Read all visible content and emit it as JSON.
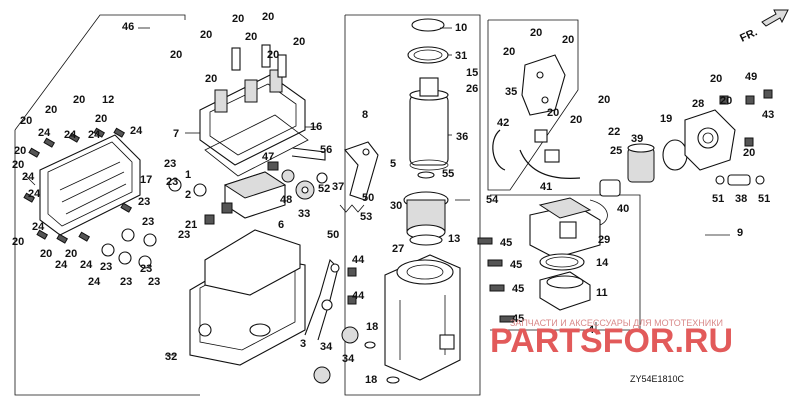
{
  "diagram": {
    "code": "ZY54E1810C",
    "direction_label": "FR.",
    "callouts": {
      "c46": "46",
      "c20": "20",
      "c10": "10",
      "c31": "31",
      "c15": "15",
      "c26": "26",
      "c35": "35",
      "c49": "49",
      "c43": "43",
      "c28": "28",
      "c7": "7",
      "c16": "16",
      "c8": "8",
      "c36": "36",
      "c42": "42",
      "c22": "22",
      "c25": "25",
      "c39": "39",
      "c19": "19",
      "c12": "12",
      "c24": "24",
      "c17": "17",
      "c1": "1",
      "c2": "2",
      "c47": "47",
      "c56": "56",
      "c48": "48",
      "c33": "33",
      "c52": "52",
      "c37": "37",
      "c50": "50",
      "c53": "53",
      "c5": "5",
      "c55": "55",
      "c30": "30",
      "c13": "13",
      "c27": "27",
      "c54": "54",
      "c41": "41",
      "c40": "40",
      "c51": "51",
      "c38": "38",
      "c9": "9",
      "c29": "29",
      "c14": "14",
      "c11": "11",
      "c4": "4",
      "c45": "45",
      "c23": "23",
      "c21": "21",
      "c6": "6",
      "c44": "44",
      "c3": "3",
      "c34": "34",
      "c18": "18",
      "c32": "32"
    }
  },
  "watermark": {
    "line1": "ЗАПЧАСТИ И АКСЕССУАРЫ ДЛЯ МОТОТЕХНИКИ",
    "line2": "PARTSFOR.RU"
  }
}
